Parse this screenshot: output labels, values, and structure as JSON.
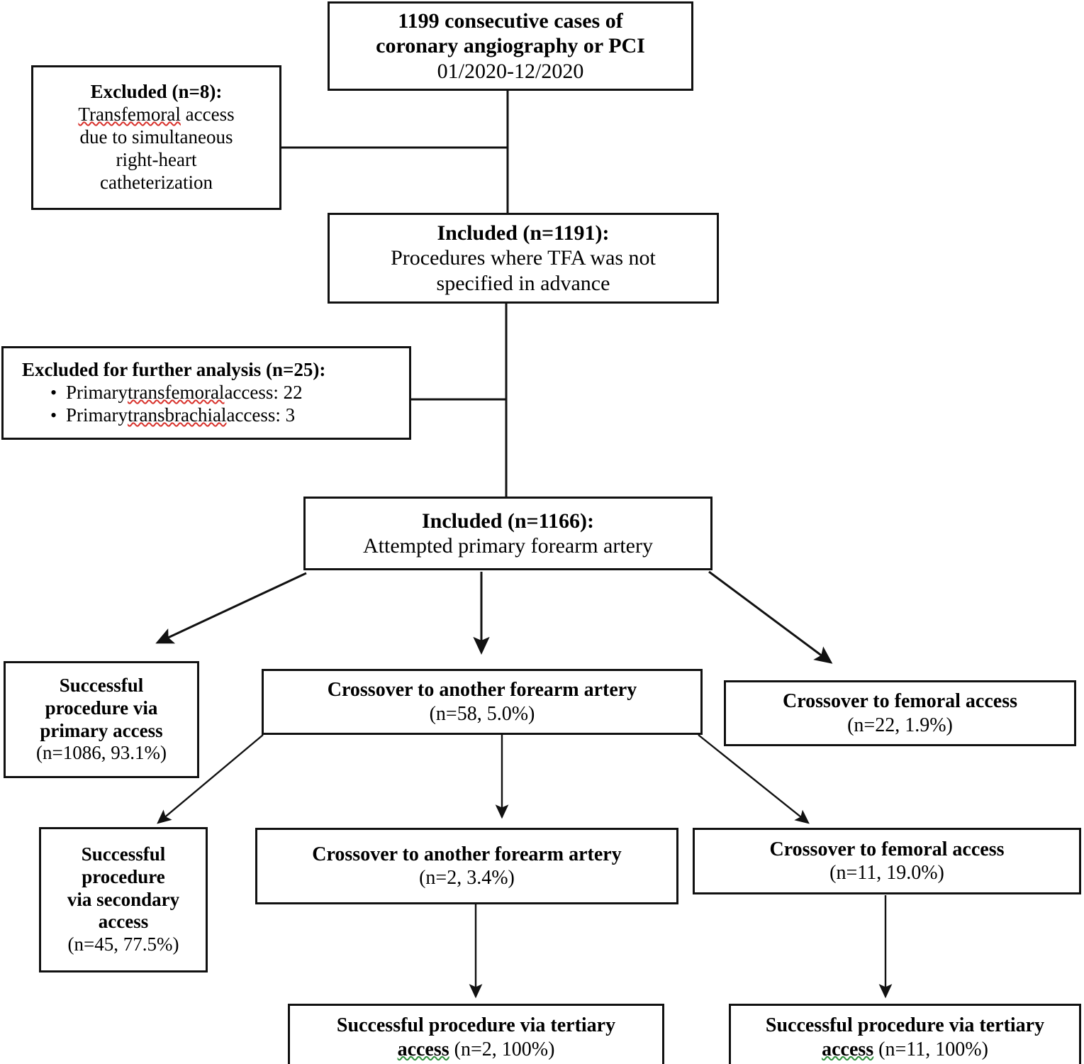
{
  "figure": {
    "type": "flowchart",
    "title": "Study enrollment flow diagram",
    "orientation": "top-down"
  },
  "nodes": {
    "top": {
      "line1": "1199 consecutive cases of",
      "line2": "coronary angiography or PCI",
      "line3": "01/2020-12/2020"
    },
    "excluded_8": {
      "header": "Excluded (n=8):",
      "line1_a": "Transfemoral",
      "line1_b": " access",
      "line2": "due to simultaneous",
      "line3": "right-heart",
      "line4": "catheterization"
    },
    "included_1191": {
      "header": "Included (n=1191):",
      "line1": "Procedures where TFA was not",
      "line2": "specified in advance"
    },
    "excluded_25": {
      "header": "Excluded for further analysis (n=25):",
      "bullet_dot": "•",
      "bullets": [
        {
          "pre": "Primary ",
          "flag": "transfemoral",
          "post": " access: 22"
        },
        {
          "pre": "Primary ",
          "flag": "transbrachial",
          "post": " access: 3"
        }
      ]
    },
    "included_1166": {
      "header": "Included (n=1166):",
      "line1": "Attempted primary forearm artery"
    },
    "success_primary": {
      "line1": "Successful",
      "line2": "procedure via",
      "line3": "primary access",
      "line4": "(n=1086, 93.1%)"
    },
    "crossover_forearm_58": {
      "line1": "Crossover to another forearm artery",
      "line2": "(n=58, 5.0%)"
    },
    "crossover_femoral_22": {
      "line1": "Crossover to femoral access",
      "line2": "(n=22, 1.9%)"
    },
    "success_secondary": {
      "line1": "Successful",
      "line2": "procedure",
      "line3": "via secondary",
      "line4": "access",
      "line5": "(n=45, 77.5%)"
    },
    "crossover_forearm_2": {
      "line1": "Crossover to another forearm artery",
      "line2": "(n=2, 3.4%)"
    },
    "crossover_femoral_11": {
      "line1": "Crossover to femoral access",
      "line2": "(n=11, 19.0%)"
    },
    "tertiary_2": {
      "line1": "Successful procedure via tertiary",
      "line2_a": "access",
      "line2_b": " (n=2, 100%)"
    },
    "tertiary_11": {
      "line1": "Successful procedure via tertiary",
      "line2_a": "access",
      "line2_b": " (n=11, 100%)"
    }
  },
  "colors": {
    "stroke": "#111111",
    "background": "#ffffff",
    "text": "#000000",
    "spellcheck_red": "#d8322c",
    "grammarcheck_green": "#2f8f3d"
  },
  "counts": {
    "screened": 1199,
    "excluded_right_heart_cath": 8,
    "included_after_first_exclusion": 1191,
    "excluded_further_analysis": 25,
    "excluded_primary_transfemoral": 22,
    "excluded_primary_transbrachial": 3,
    "included_attempted_forearm": 1166,
    "success_primary_access": 1086,
    "success_primary_access_pct": "93.1%",
    "crossover_another_forearm": 58,
    "crossover_another_forearm_pct": "5.0%",
    "crossover_femoral_from_primary": 22,
    "crossover_femoral_from_primary_pct": "1.9%",
    "success_secondary_access": 45,
    "success_secondary_access_pct": "77.5%",
    "crossover_another_forearm_second": 2,
    "crossover_another_forearm_second_pct": "3.4%",
    "crossover_femoral_from_secondary": 11,
    "crossover_femoral_from_secondary_pct": "19.0%",
    "success_tertiary_forearm": 2,
    "success_tertiary_forearm_pct": "100%",
    "success_tertiary_femoral": 11,
    "success_tertiary_femoral_pct": "100%"
  }
}
